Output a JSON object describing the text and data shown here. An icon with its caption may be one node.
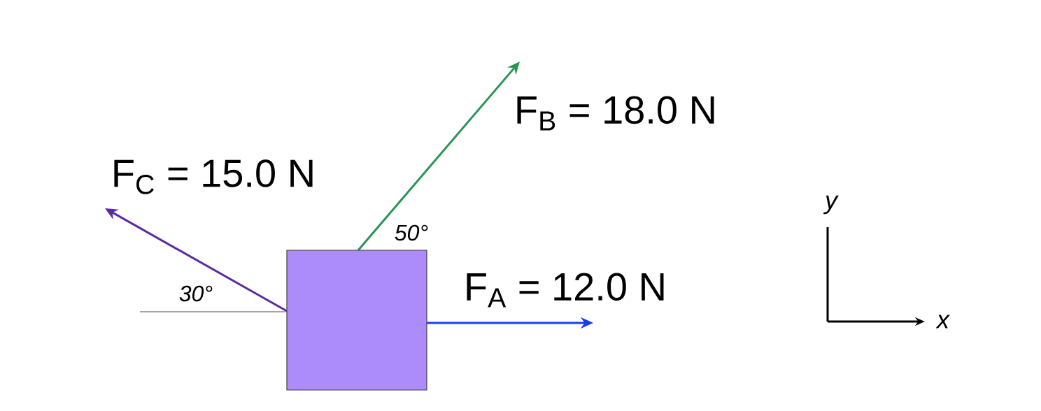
{
  "diagram": {
    "nodes": [
      {
        "text": [],
        "shape": "box"
      }
    ],
    "labels": [
      "F$_{B}$ = 18.0 N",
      "F$_{C}$ = 15.0 N",
      "y",
      "50°",
      "F$_{A}$ = 12.0 N",
      "30°",
      "x"
    ]
  }
}
